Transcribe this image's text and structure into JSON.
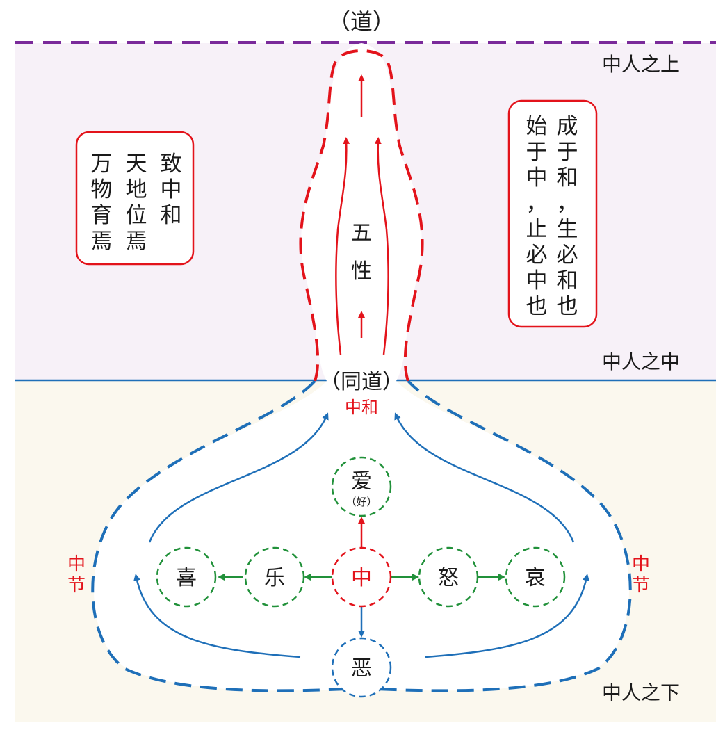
{
  "title": "（道）",
  "zones": {
    "upper": "中人之上",
    "middle": "中人之中",
    "lower": "中人之下"
  },
  "left_box": {
    "columns": [
      "致中和",
      "天地位焉",
      "万物育焉"
    ]
  },
  "right_box": {
    "columns": [
      "成于和，生必和也",
      "始于中，止必中也"
    ]
  },
  "wuxing": [
    "五",
    "性"
  ],
  "tongdao": "（同道）",
  "zhonghe": "中和",
  "zhongjie": "中节",
  "emotions": {
    "ai": "爱",
    "ai_note": "（好）",
    "xi": "喜",
    "le": "乐",
    "zhong": "中",
    "nu": "怒",
    "aii": "哀",
    "wu": "恶"
  },
  "colors": {
    "upper_bg": "#f7f1f8",
    "lower_bg": "#fbf8ee",
    "red": "#e3131b",
    "blue": "#1e6fb8",
    "green": "#21913a",
    "purple": "#7a2a9a",
    "text": "#1a1a1a"
  }
}
